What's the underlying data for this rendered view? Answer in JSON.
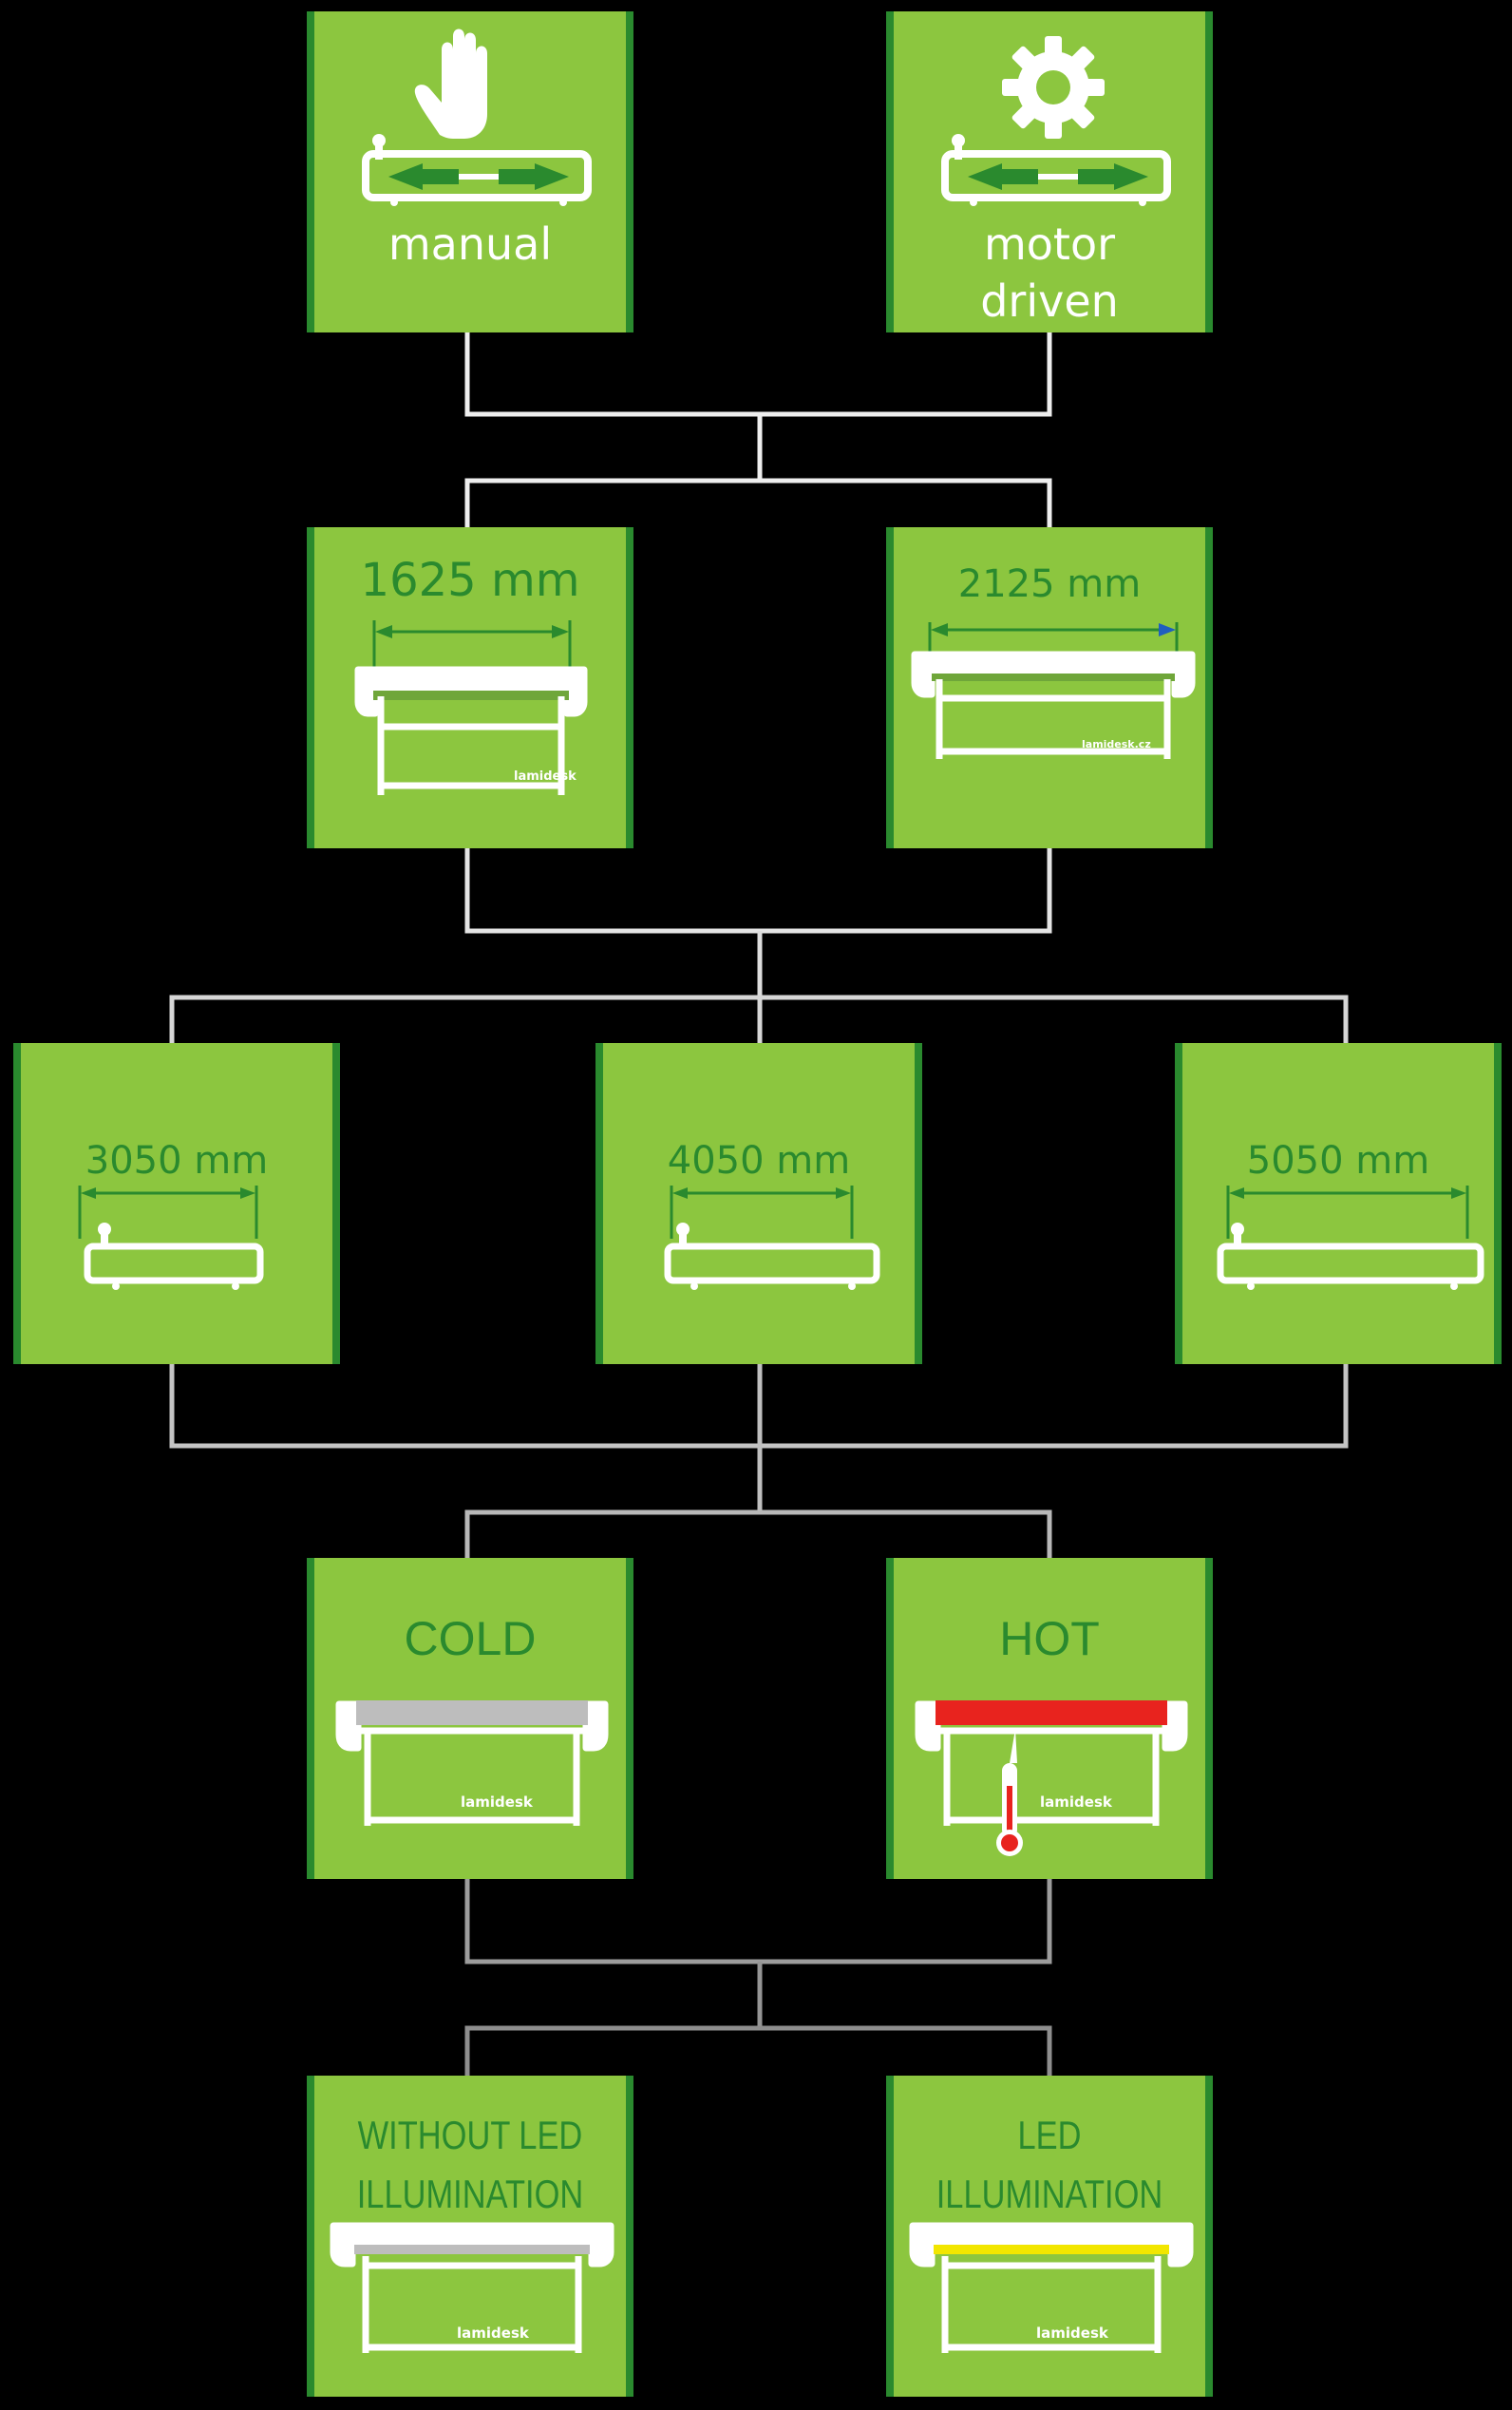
{
  "tiers": [
    {
      "options": [
        {
          "label": "manual",
          "icon": "hand-icon"
        },
        {
          "label_line1": "motor",
          "label_line2": "driven",
          "icon": "gear-icon"
        }
      ]
    },
    {
      "options": [
        {
          "label": "1625 mm",
          "brand": "lamidesk"
        },
        {
          "label": "2125 mm",
          "brand": "lamidesk.cz"
        }
      ]
    },
    {
      "options": [
        {
          "label": "3050 mm"
        },
        {
          "label": "4050 mm"
        },
        {
          "label": "5050 mm"
        }
      ]
    },
    {
      "options": [
        {
          "label": "COLD",
          "brand": "lamidesk",
          "roller_color": "#bdbdbd"
        },
        {
          "label": "HOT",
          "brand": "lamidesk",
          "roller_color": "#e8231e",
          "icon": "thermometer-icon"
        }
      ]
    },
    {
      "options": [
        {
          "label_line1": "WITHOUT LED",
          "label_line2": "ILLUMINATION",
          "brand": "lamidesk",
          "strip_color": "#bdbdbd"
        },
        {
          "label_line1": "LED",
          "label_line2": "ILLUMINATION",
          "brand": "lamidesk",
          "strip_color": "#f2e600"
        }
      ]
    }
  ],
  "colors": {
    "tile": "#8cc63f",
    "tile_edge": "#2a8a2e",
    "text_green": "#2a8a2e",
    "background": "#000000"
  }
}
